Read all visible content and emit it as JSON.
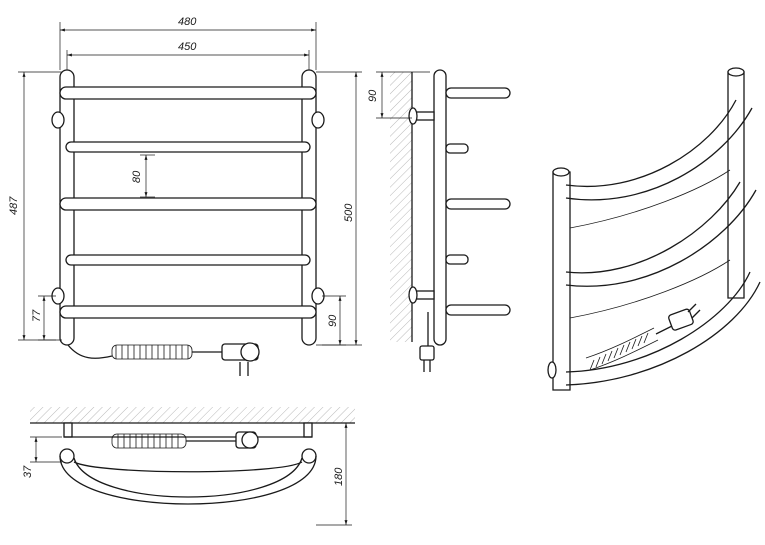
{
  "dimensions": {
    "width_outer": "480",
    "width_inner": "450",
    "height_left": "487",
    "height_right": "500",
    "rail_spacing": "80",
    "bottom_left": "77",
    "bottom_right": "90",
    "side_top": "90",
    "depth_mount": "37",
    "depth_total": "180"
  },
  "colors": {
    "line": "#1a1a1a",
    "hatch": "#8a8a8a",
    "background": "#ffffff"
  },
  "views": [
    "front-view",
    "side-view",
    "perspective-view",
    "top-view"
  ],
  "icons": [
    "power-cord-coil-icon",
    "power-plug-icon",
    "wall-hatch-icon",
    "arrow-head-icon"
  ]
}
